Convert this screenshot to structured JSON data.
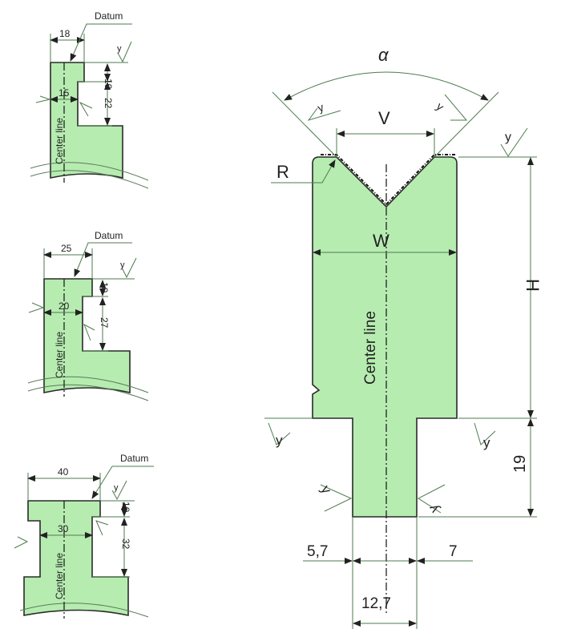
{
  "diagram": {
    "main": {
      "alpha": "α",
      "v": "V",
      "r": "R",
      "w": "W",
      "h": "H",
      "center": "Center line",
      "neck_h": "19",
      "left_off": "5,7",
      "right_off": "7",
      "neck_w": "12,7",
      "y": "y"
    },
    "profiles": [
      {
        "datum": "Datum",
        "top": "18",
        "mid": "15",
        "a": "10",
        "b": "22",
        "center": "Center line",
        "y": "y"
      },
      {
        "datum": "Datum",
        "top": "25",
        "mid": "20",
        "a": "10",
        "b": "27",
        "center": "Center line",
        "y": "y"
      },
      {
        "datum": "Datum",
        "top": "40",
        "mid": "30",
        "a": "10",
        "b": "32",
        "center": "Center line",
        "y": "y"
      }
    ],
    "colors": {
      "fill": "#b6ecb0",
      "dim": "#4f7a4f"
    }
  }
}
